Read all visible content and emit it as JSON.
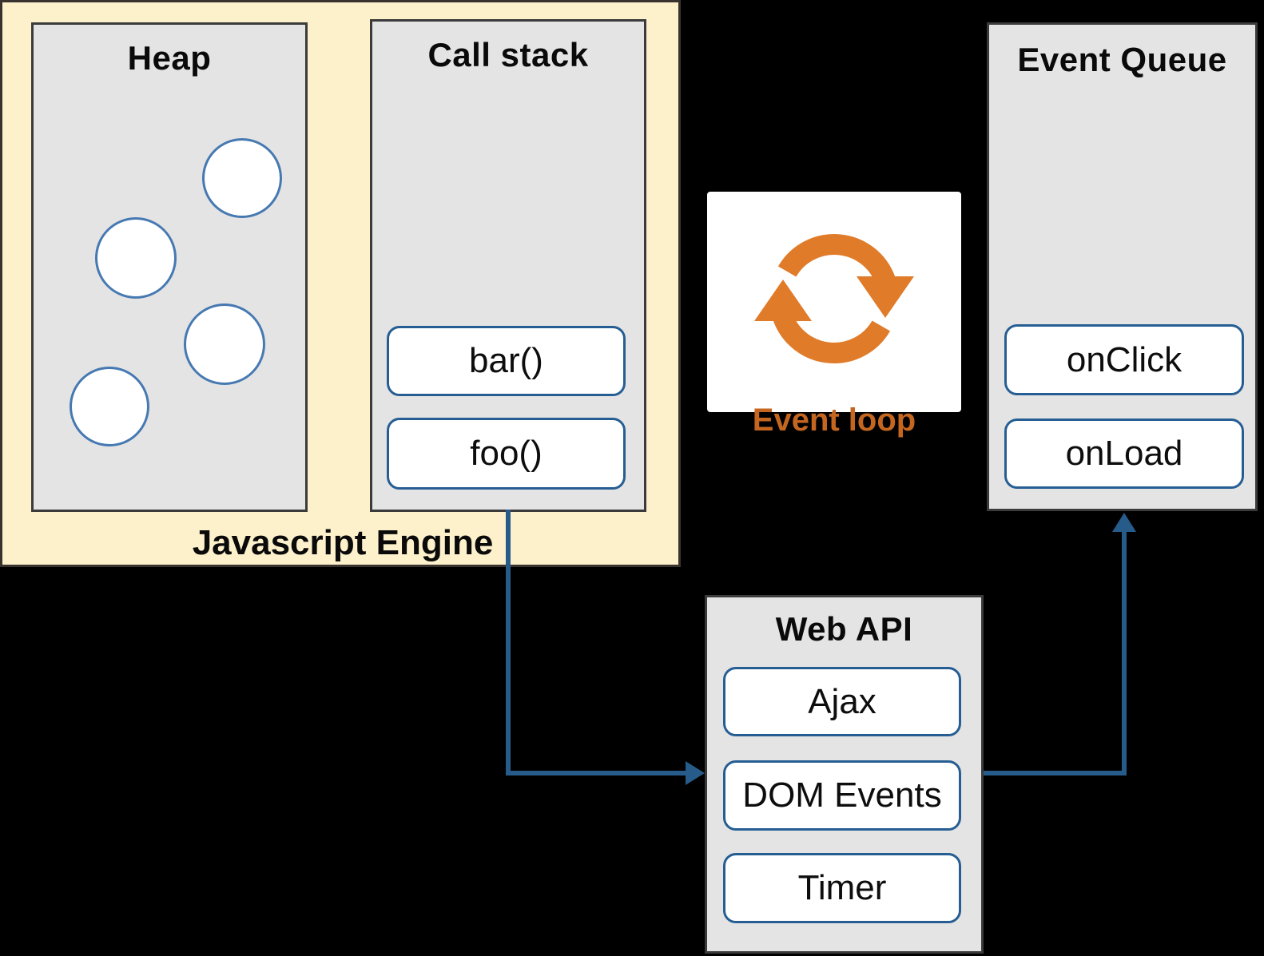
{
  "colors": {
    "background": "#000000",
    "engine_fill": "#FDF1CC",
    "engine_border": "#38332E",
    "panel_fill": "#E4E4E4",
    "panel_border": "#3B3B3B",
    "item_fill": "#FFFFFF",
    "item_border": "#265E93",
    "circle_border": "#4679B2",
    "arrow": "#265B8A",
    "loop_icon_orange": "#E07B29",
    "loop_text_orange": "#C4661F"
  },
  "javascript_engine": {
    "label": "Javascript Engine",
    "heap": {
      "title": "Heap",
      "object_count": 4
    },
    "call_stack": {
      "title": "Call stack",
      "frames": [
        "bar()",
        "foo()"
      ]
    }
  },
  "event_loop": {
    "label": "Event loop",
    "icon": "cycle-arrows-icon"
  },
  "event_queue": {
    "title": "Event Queue",
    "events": [
      "onClick",
      "onLoad"
    ]
  },
  "web_api": {
    "title": "Web API",
    "apis": [
      "Ajax",
      "DOM Events",
      "Timer"
    ]
  }
}
